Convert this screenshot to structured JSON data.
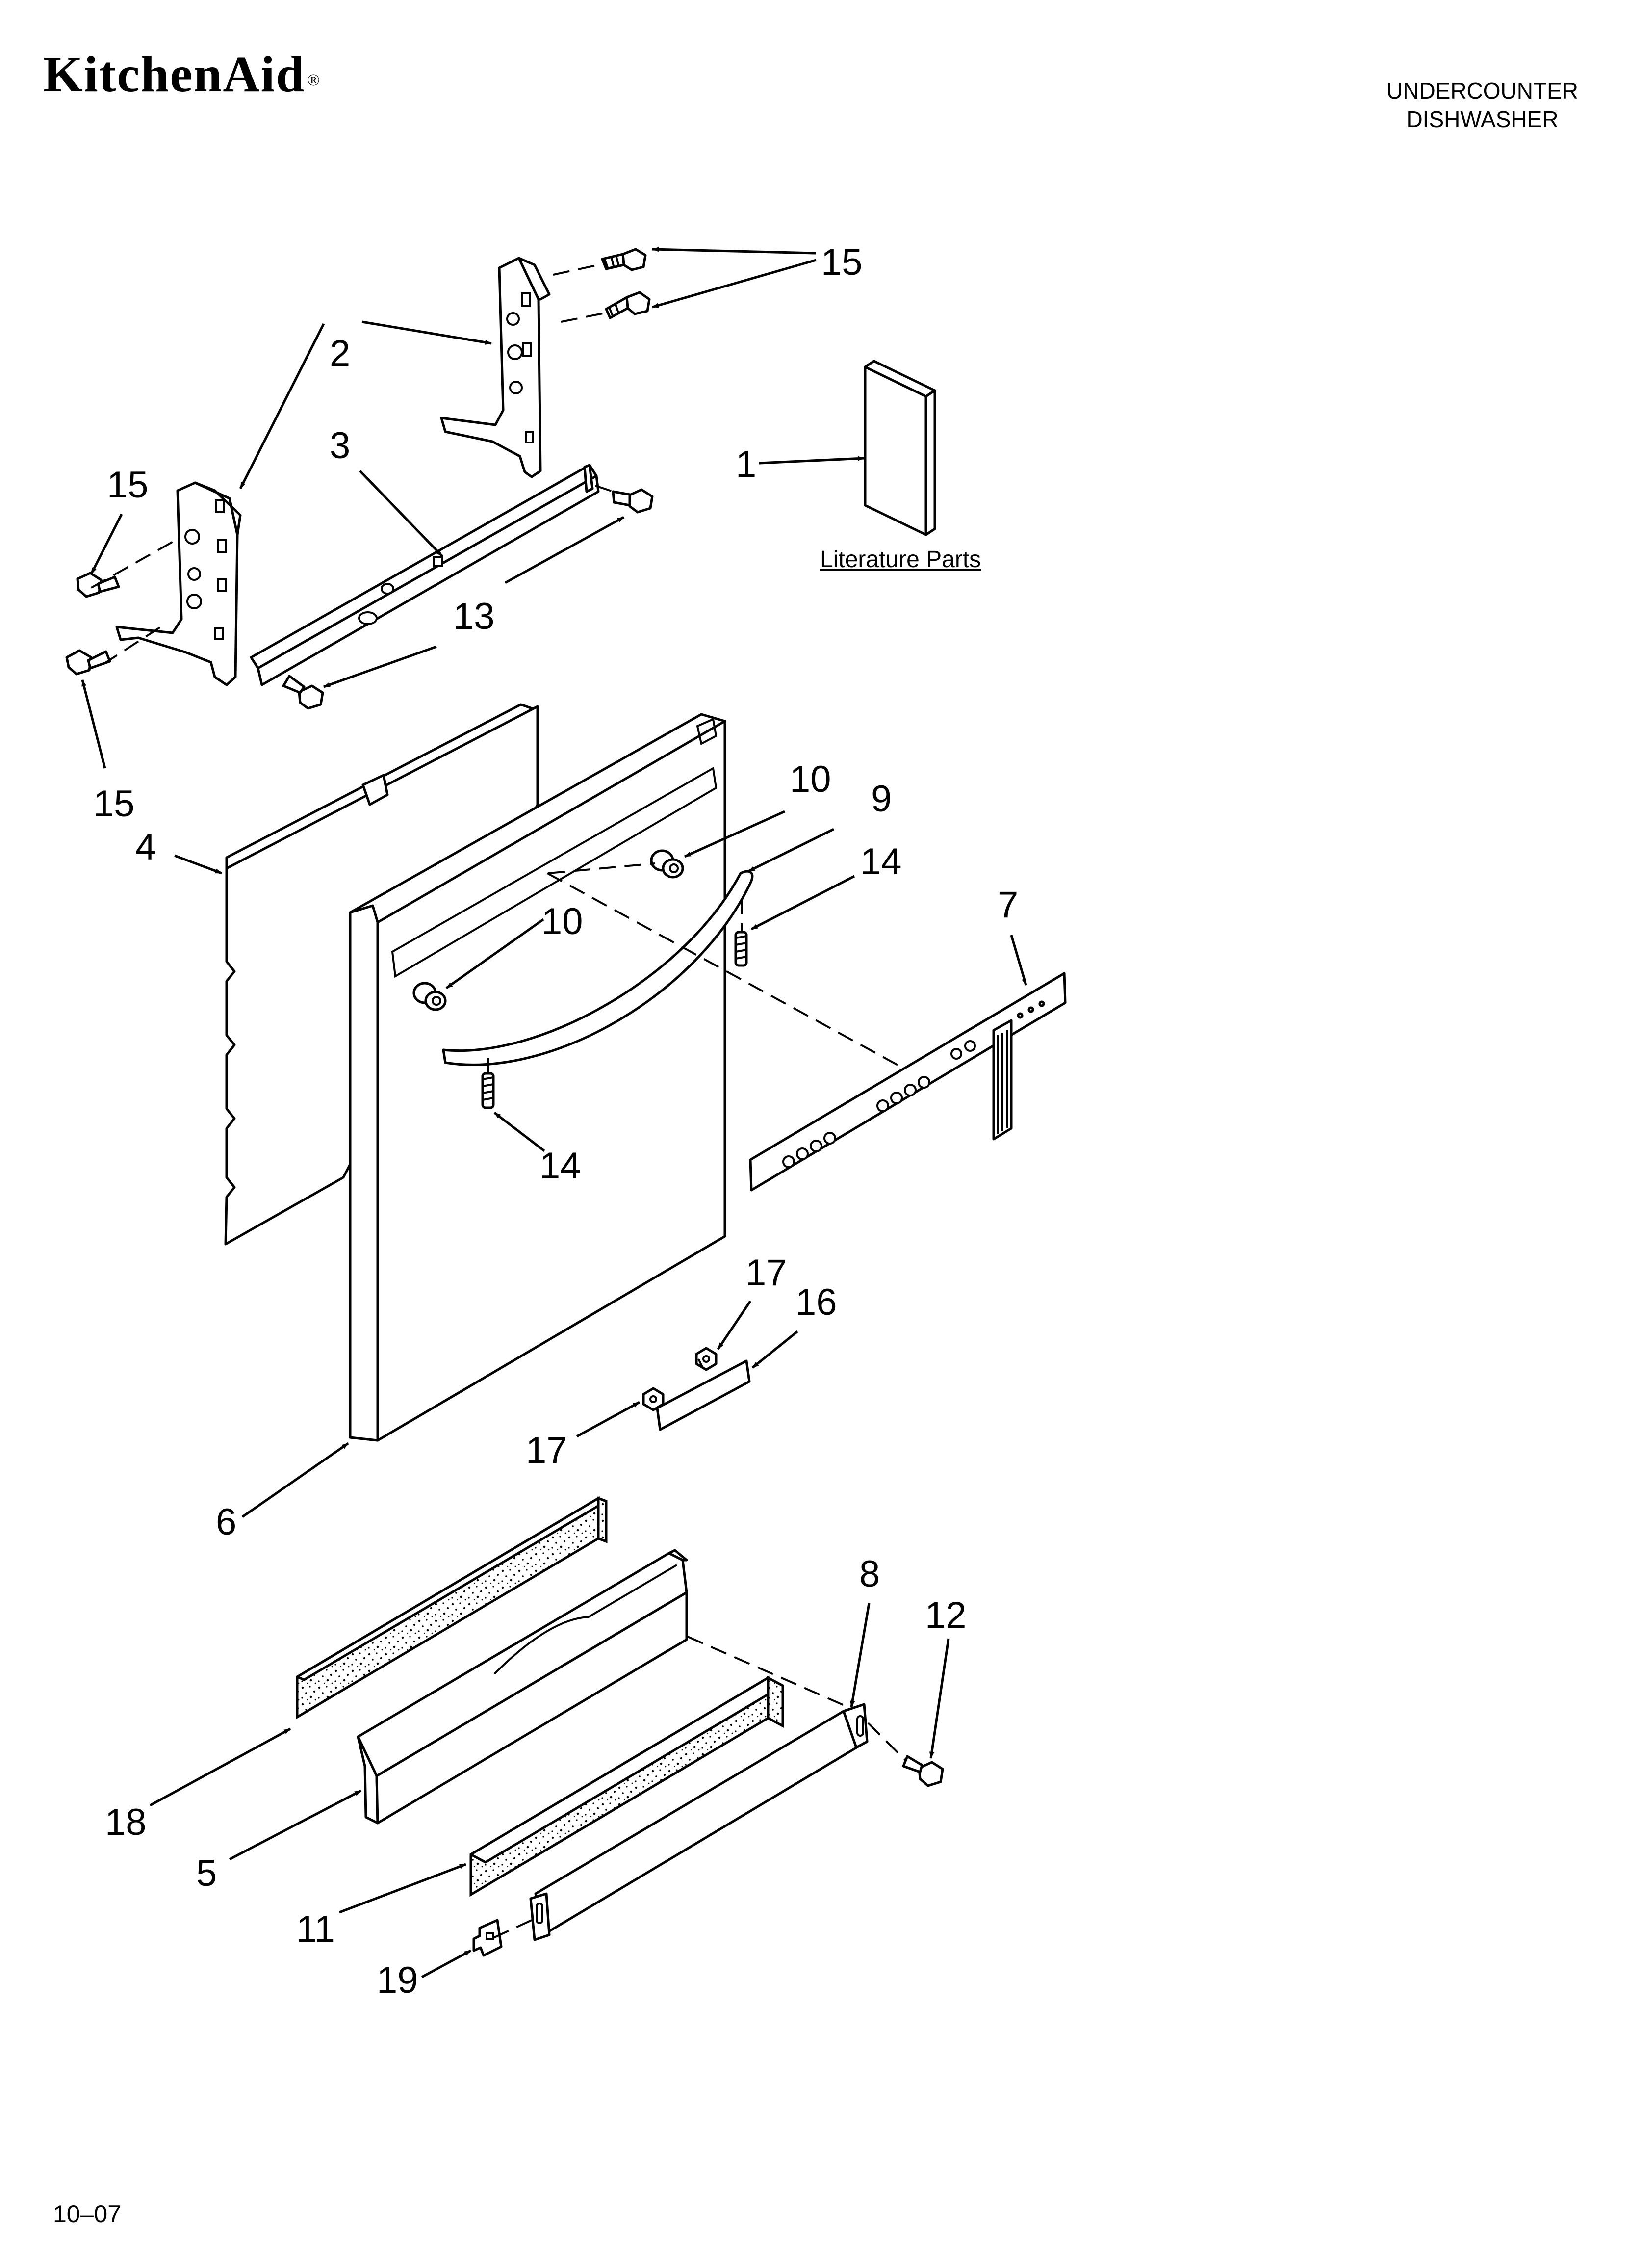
{
  "header": {
    "brand": "KitchenAid",
    "brand_mark": "®",
    "doc_type_line1": "UNDERCOUNTER",
    "doc_type_line2": "DISHWASHER"
  },
  "footer": {
    "code": "10–07"
  },
  "literature_label": "Literature Parts",
  "callouts": {
    "p1": "1",
    "p2": "2",
    "p3": "3",
    "p4": "4",
    "p5": "5",
    "p6": "6",
    "p7": "7",
    "p8": "8",
    "p9": "9",
    "p10a": "10",
    "p10b": "10",
    "p11": "11",
    "p12": "12",
    "p13": "13",
    "p14a": "14",
    "p14b": "14",
    "p15a": "15",
    "p15b": "15",
    "p15c": "15",
    "p16": "16",
    "p17a": "17",
    "p17b": "17",
    "p18": "18",
    "p19": "19"
  }
}
